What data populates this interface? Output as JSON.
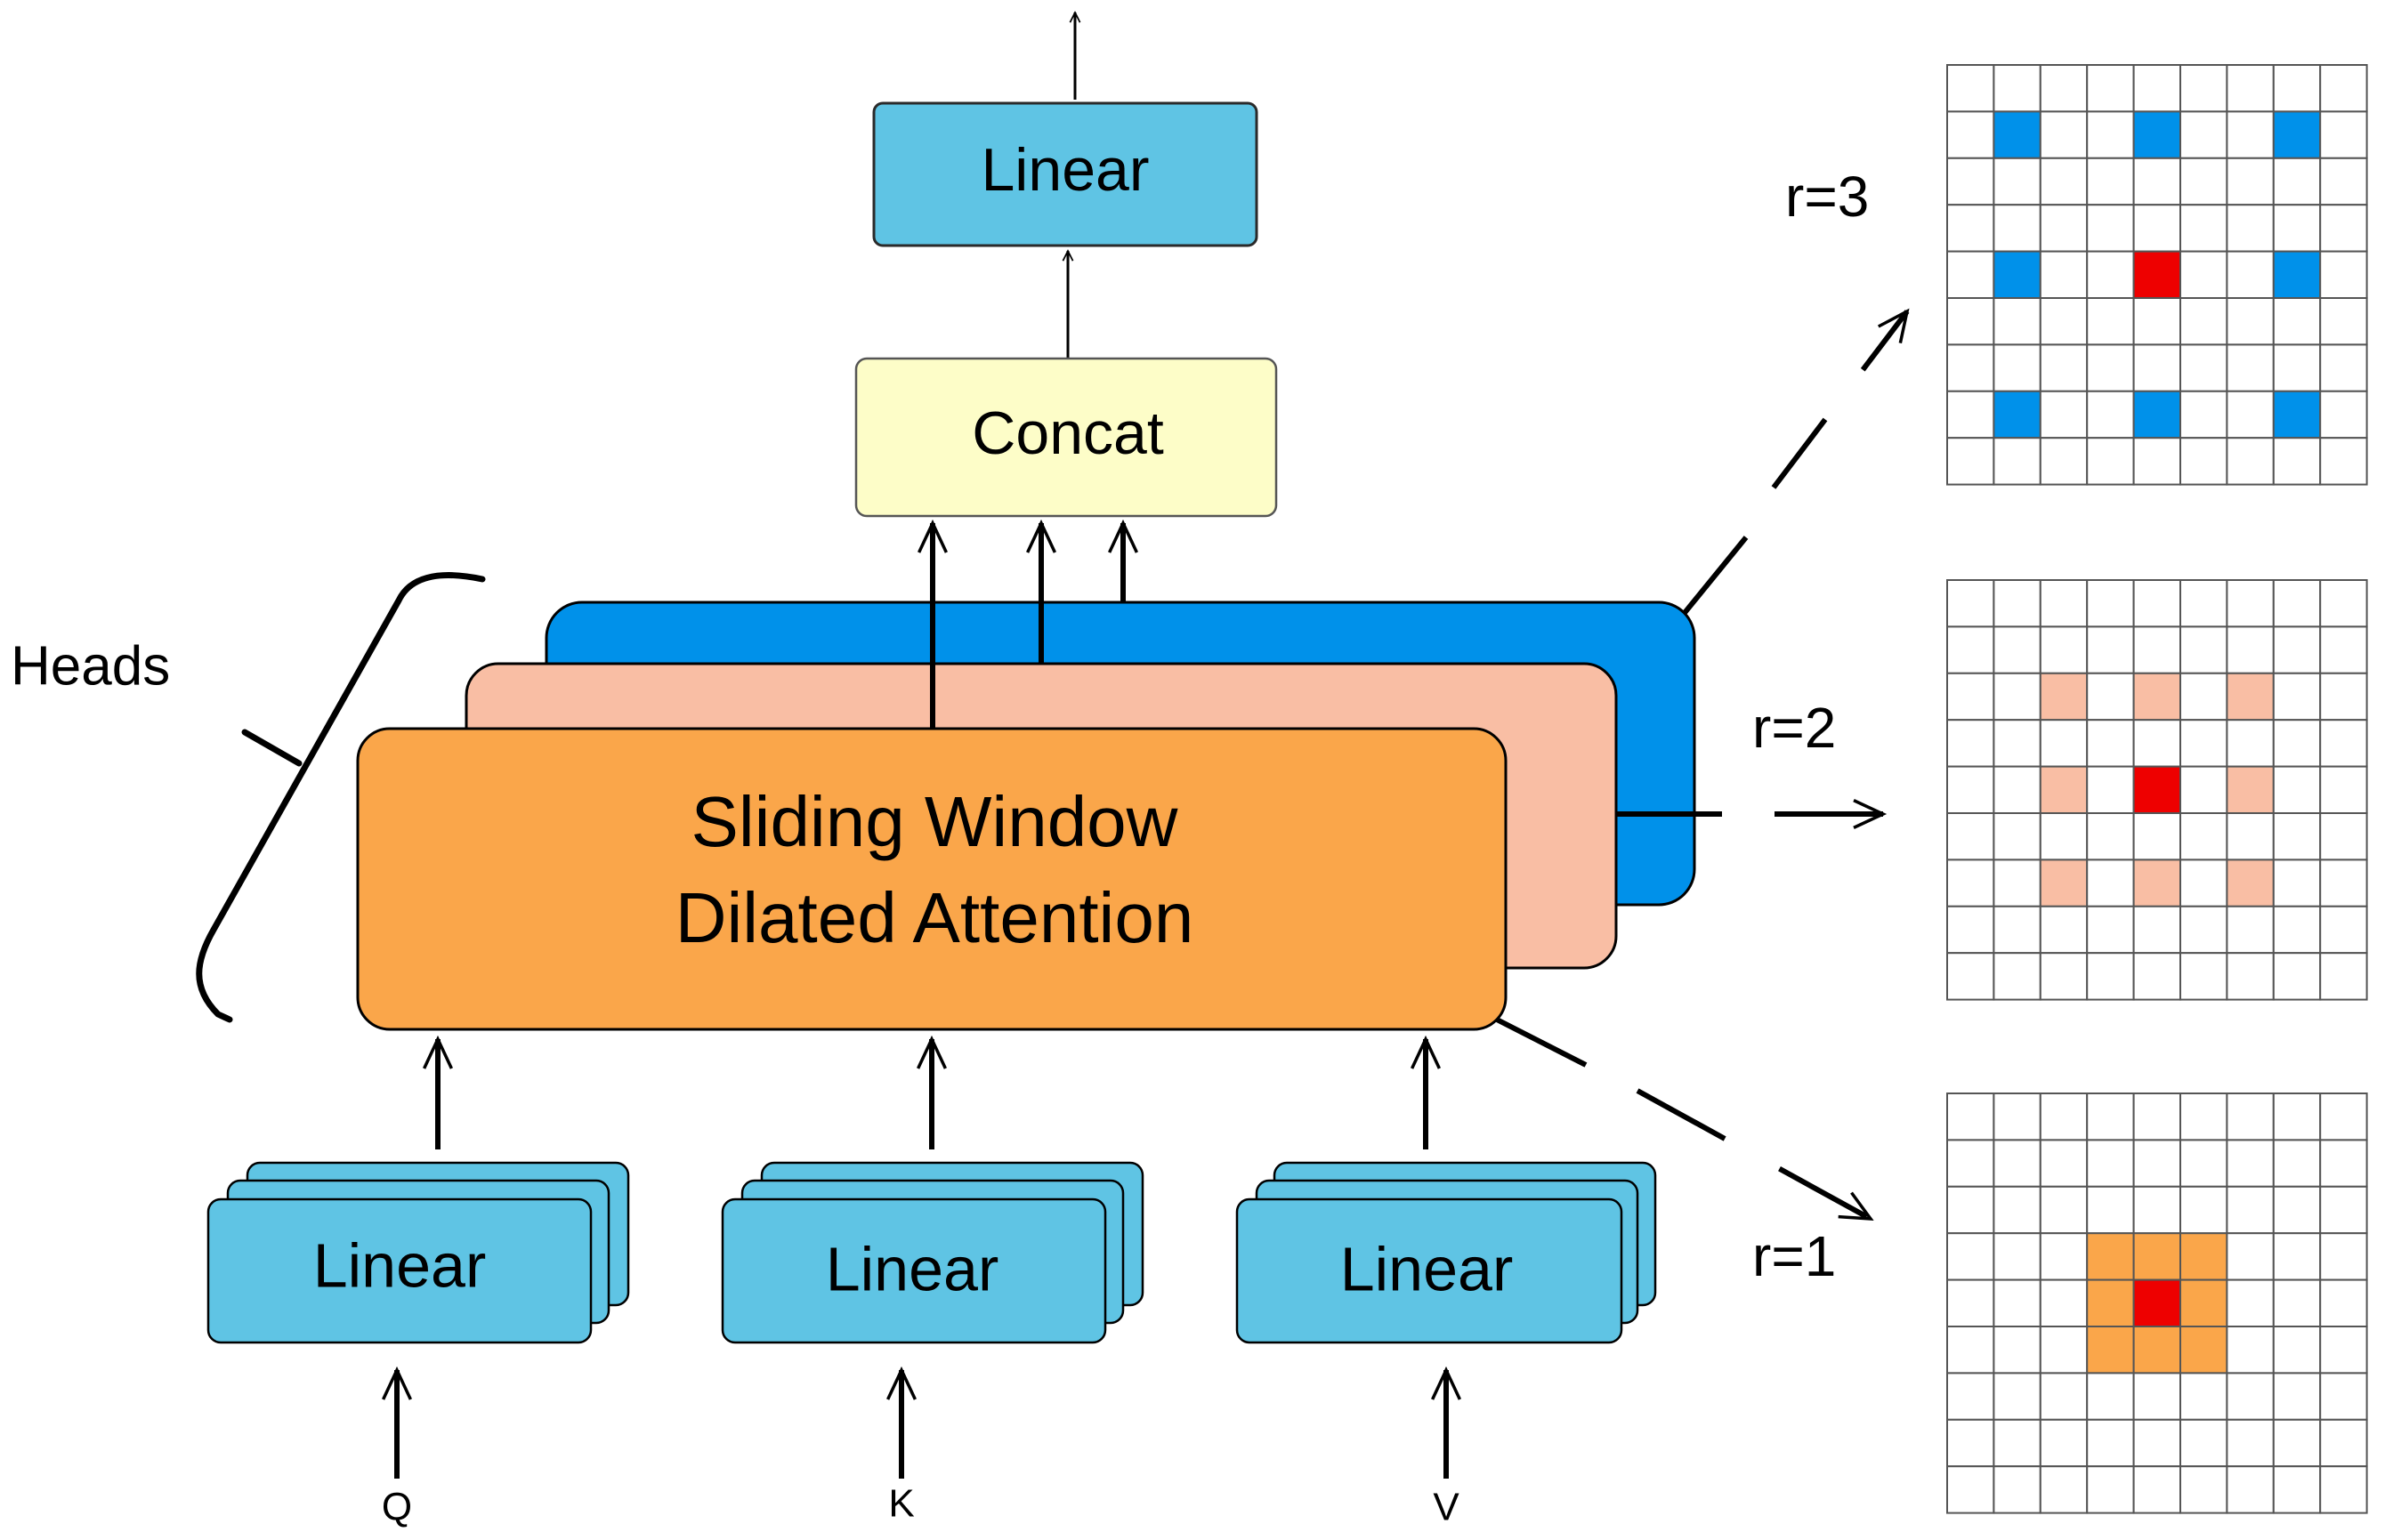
{
  "labels": {
    "top_linear": "Linear",
    "concat": "Concat",
    "attention_line1": "Sliding Window",
    "attention_line2": "Dilated Attention",
    "heads": "Heads",
    "linear_q": "Linear",
    "linear_k": "Linear",
    "linear_v": "Linear",
    "input_q": "Q",
    "input_k": "K",
    "input_v": "V",
    "r3": "r=3",
    "r2": "r=2",
    "r1": "r=1"
  },
  "grids": {
    "size": 9,
    "r3": {
      "query": [
        4,
        4
      ],
      "keys": [
        [
          1,
          1
        ],
        [
          1,
          4
        ],
        [
          1,
          7
        ],
        [
          4,
          1
        ],
        [
          4,
          7
        ],
        [
          7,
          1
        ],
        [
          7,
          4
        ],
        [
          7,
          7
        ]
      ],
      "key_color": "#0091ea"
    },
    "r2": {
      "query": [
        4,
        4
      ],
      "keys": [
        [
          2,
          2
        ],
        [
          2,
          4
        ],
        [
          2,
          6
        ],
        [
          4,
          2
        ],
        [
          4,
          6
        ],
        [
          6,
          2
        ],
        [
          6,
          4
        ],
        [
          6,
          6
        ]
      ],
      "key_color": "#f9bea4"
    },
    "r1": {
      "query": [
        4,
        4
      ],
      "keys": [
        [
          3,
          3
        ],
        [
          3,
          4
        ],
        [
          3,
          5
        ],
        [
          4,
          3
        ],
        [
          4,
          5
        ],
        [
          5,
          3
        ],
        [
          5,
          4
        ],
        [
          5,
          5
        ]
      ],
      "key_color": "#faa64a"
    },
    "query_color": "#ee0000"
  },
  "colors": {
    "linear_fill": "#5fc4e4",
    "concat_fill": "#fdfdc8",
    "head_front_fill": "#faa64a",
    "head_middle_fill": "#f9bea4",
    "head_back_fill": "#0091ea"
  }
}
